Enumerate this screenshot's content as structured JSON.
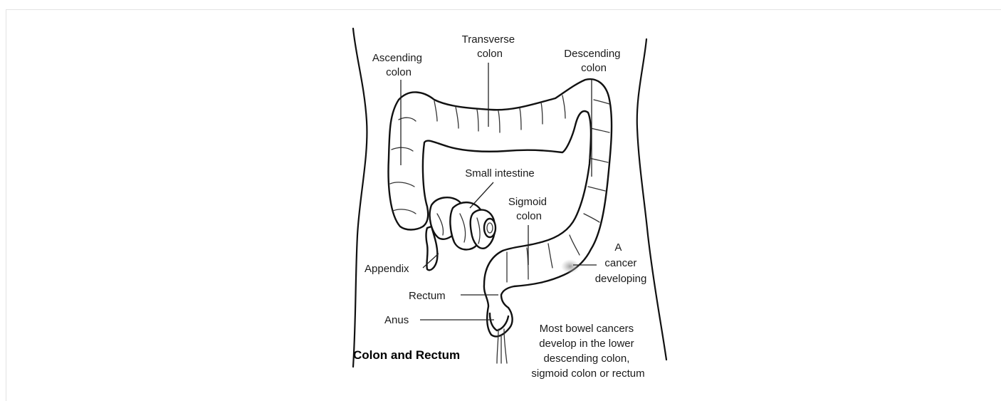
{
  "diagram": {
    "title": "Colon and Rectum",
    "labels": {
      "ascending_colon": [
        "Ascending",
        "colon"
      ],
      "transverse_colon": [
        "Transverse",
        "colon"
      ],
      "descending_colon": [
        "Descending",
        "colon"
      ],
      "small_intestine": "Small intestine",
      "sigmoid_colon": [
        "Sigmoid",
        "colon"
      ],
      "appendix": "Appendix",
      "cancer": [
        "A",
        "cancer",
        "developing"
      ],
      "rectum": "Rectum",
      "anus": "Anus"
    },
    "note": [
      "Most bowel cancers",
      "develop in the lower",
      "descending colon,",
      "sigmoid colon or rectum"
    ]
  }
}
